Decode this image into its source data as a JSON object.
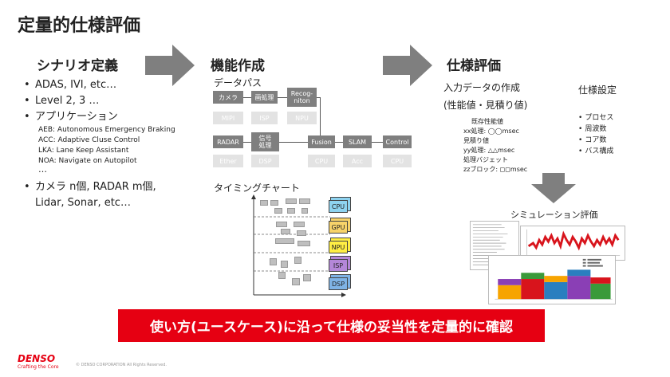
{
  "title": "定量的仕様評価",
  "scenario": {
    "heading": "シナリオ定義",
    "items": [
      "ADAS, IVI, etc…",
      "Level 2, 3 …",
      "アプリケーション"
    ],
    "apps": [
      "AEB: Autonomous Emergency Braking",
      "ACC: Adaptive Cluse Control",
      "LKA: Lane Keep Assistant",
      "NOA: Navigate on Autopilot"
    ],
    "ellipsis": "…",
    "sensors_line1": "カメラ n個, RADAR m個,",
    "sensors_line2": "Lidar, Sonar, etc…"
  },
  "function": {
    "heading": "機能作成",
    "dataflow_label": "データパス",
    "blocks": {
      "camera": "カメラ",
      "image_proc": "画処理",
      "recognition": "Recog-\nniton",
      "radar": "RADAR",
      "signal_proc": "信号\n処理",
      "fusion": "Fusion",
      "slam": "SLAM",
      "control": "Control"
    },
    "hw": {
      "mipi": "MIPI",
      "isp": "ISP",
      "npu": "NPU",
      "ether": "Ether",
      "dsp": "DSP",
      "cpu1": "CPU",
      "acc": "Acc",
      "cpu2": "CPU"
    },
    "timing_label": "タイミングチャート",
    "chips": [
      "CPU",
      "GPU",
      "NPU",
      "ISP",
      "DSP"
    ]
  },
  "evaluation": {
    "heading": "仕様評価",
    "input_line1": "入力データの作成",
    "input_line2": "(性能値・見積り値)",
    "existing": "既存性能値",
    "xx": "xx処理: ◯◯msec",
    "estimate": "見積り値",
    "yy": "yy処理: △△msec",
    "budget": "処理バジェット",
    "zz": "zzブロック: ◻◻msec",
    "settings_label": "仕様設定",
    "settings": [
      "プロセス",
      "周波数",
      "コア数",
      "バス構成"
    ],
    "sim_label": "シミュレーション評価"
  },
  "banner": "使い方(ユースケース)に沿って仕様の妥当性を定量的に確認",
  "footer": {
    "logo": "DENSO",
    "tagline": "Crafting the Core",
    "copyright": "© DENSO CORPORATION All Rights Reserved."
  },
  "colors": {
    "accent": "#e60012",
    "block": "#7f7f7f",
    "hw": "#e3e3e3",
    "arrow": "#7f7f7f",
    "cpu": "#8ed3f0",
    "gpu": "#f7d36a",
    "npu": "#ffee44",
    "isp": "#b487d8",
    "dsp": "#7fb3e5"
  }
}
